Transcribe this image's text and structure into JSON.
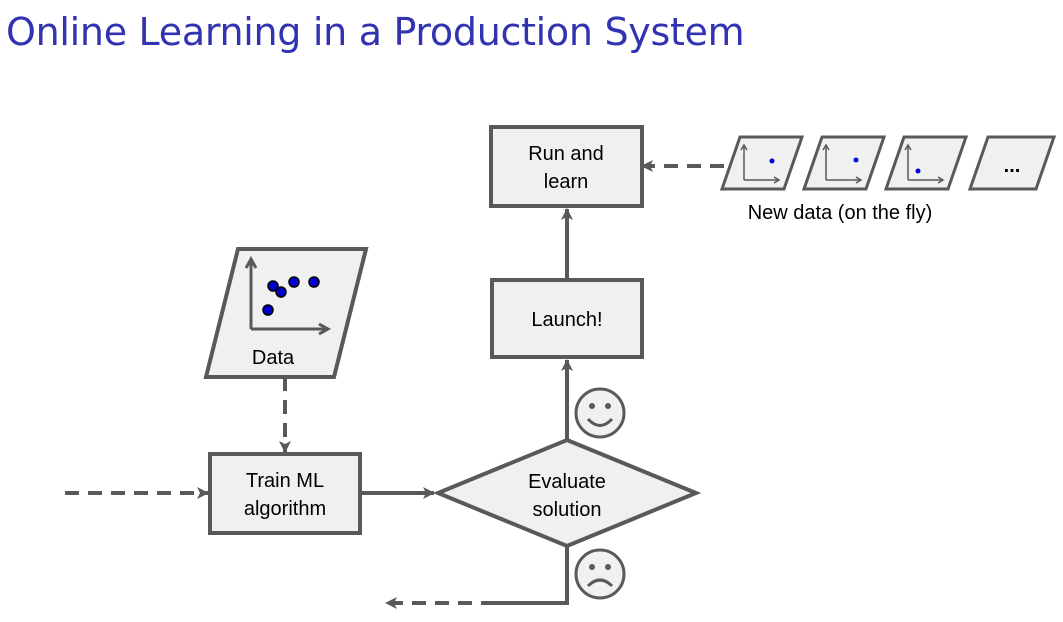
{
  "title": "Online Learning in a Production System",
  "nodes": {
    "data": "Data",
    "train_line1": "Train ML",
    "train_line2": "algorithm",
    "evaluate_line1": "Evaluate",
    "evaluate_line2": "solution",
    "launch": "Launch!",
    "run_line1": "Run and",
    "run_line2": "learn",
    "ellipsis": "...",
    "new_data_caption": "New data (on the fly)"
  },
  "icons": {
    "happy": "smiley-face-icon",
    "sad": "sad-face-icon"
  },
  "colors": {
    "title": "#3333b2",
    "box_fill": "#f0f0f0",
    "stroke": "#595959",
    "point": "#0000cc"
  }
}
